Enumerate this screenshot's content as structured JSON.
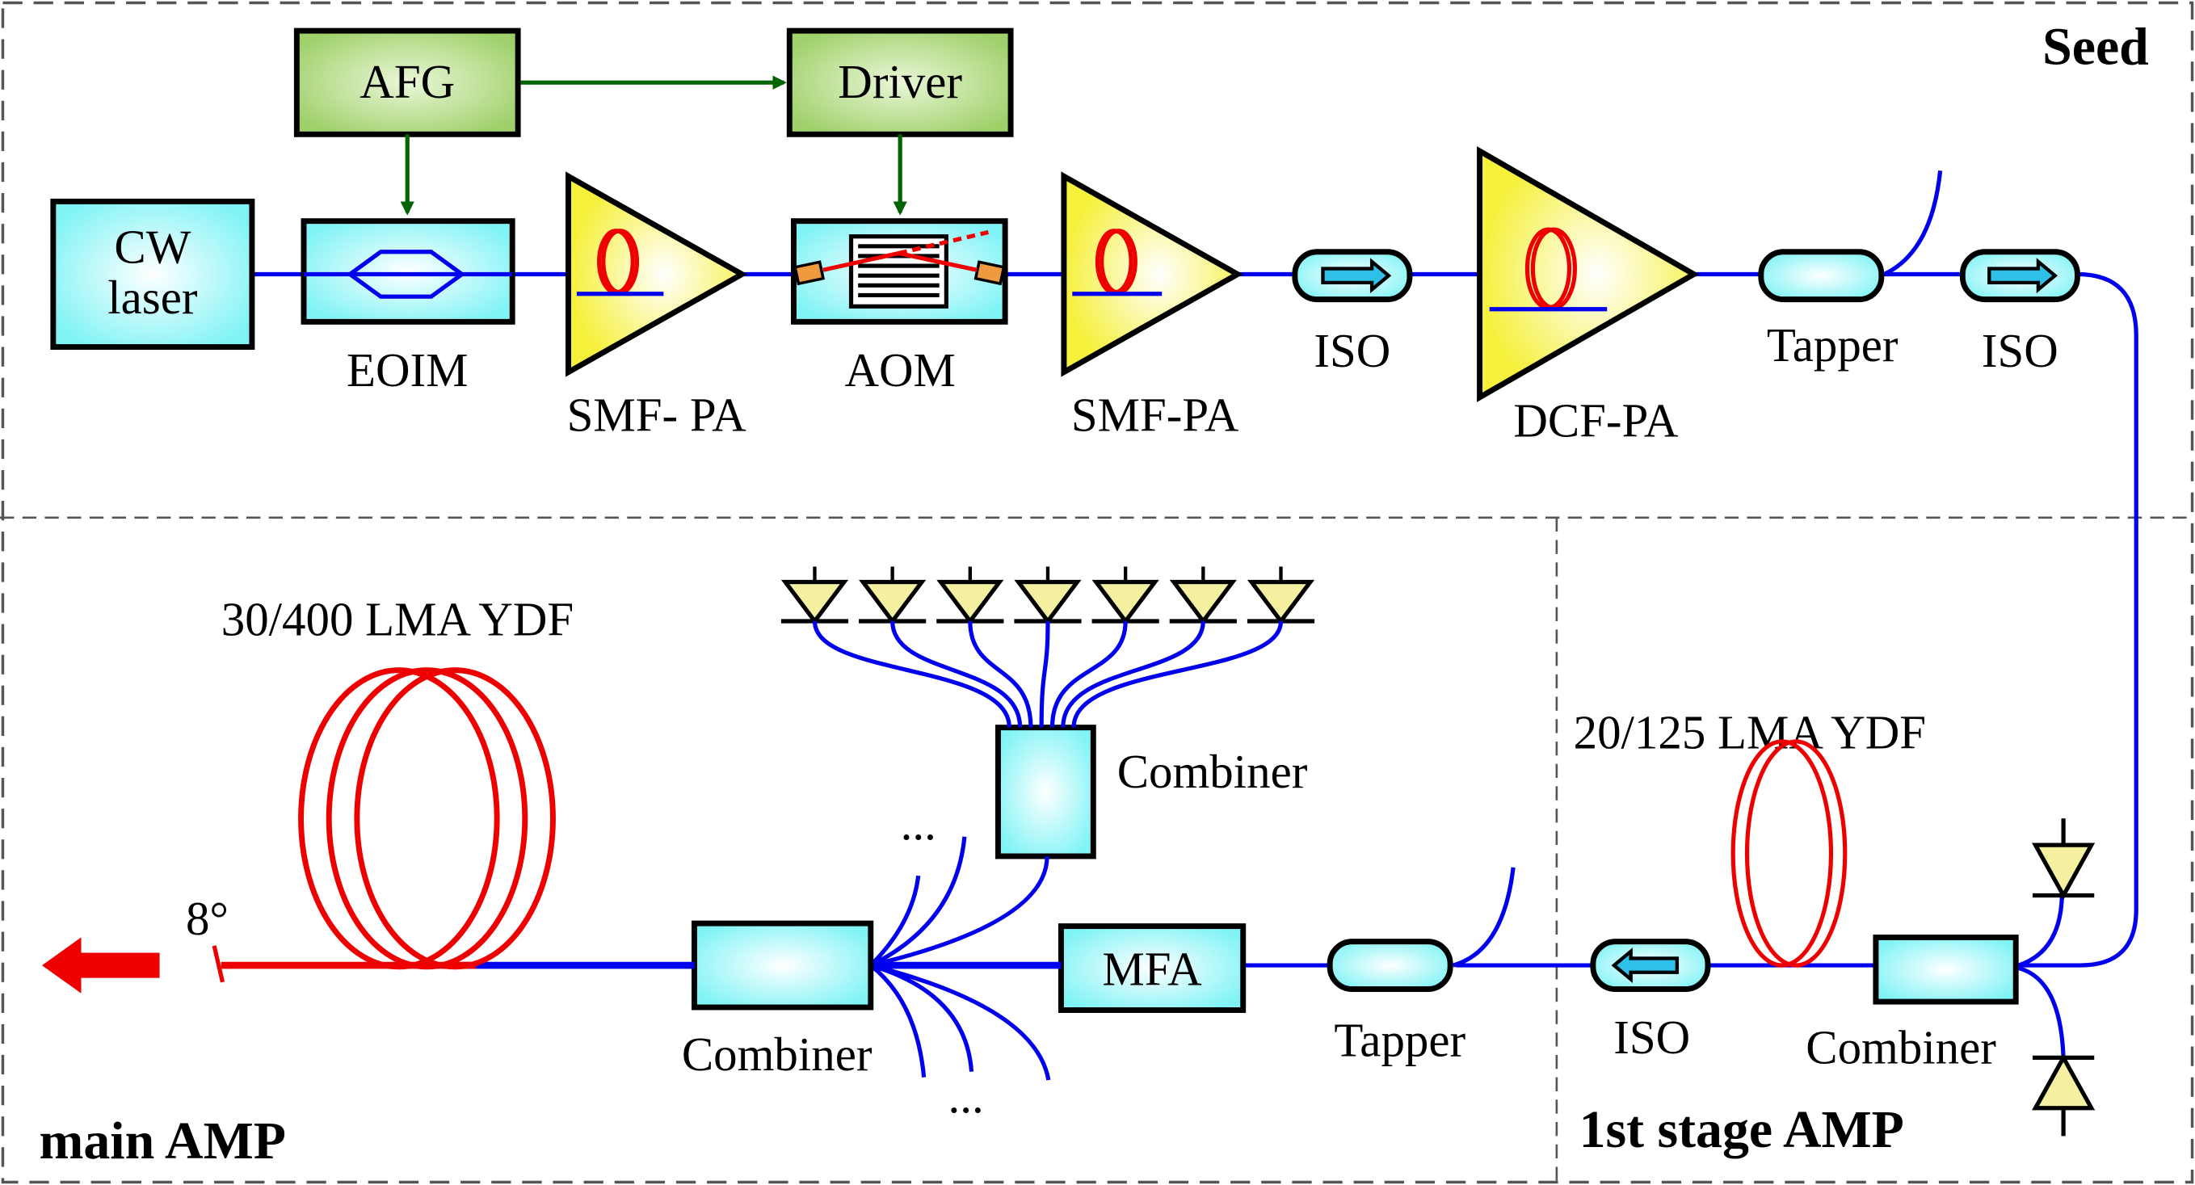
{
  "sections": {
    "seed": "Seed",
    "main_amp": "main AMP",
    "first_stage_amp": "1st stage AMP"
  },
  "seed": {
    "afg": "AFG",
    "driver": "Driver",
    "cw_laser_line1": "CW",
    "cw_laser_line2": "laser",
    "eoim": "EOIM",
    "smf_pa_1": "SMF- PA",
    "aom": "AOM",
    "smf_pa_2": "SMF-PA",
    "iso_1": "ISO",
    "dcf_pa": "DCF-PA",
    "tapper": "Tapper",
    "iso_2": "ISO"
  },
  "first_stage": {
    "fiber_label": "20/125 LMA YDF",
    "iso": "ISO",
    "combiner": "Combiner"
  },
  "main": {
    "fiber_label": "30/400 LMA YDF",
    "angle": "8°",
    "combiner_bottom": "Combiner",
    "combiner_top": "Combiner",
    "mfa": "MFA",
    "tapper": "Tapper",
    "ellipsis_1": "...",
    "ellipsis_2": "...",
    "pump_diode_count": 7
  },
  "colors": {
    "module_fill": "#7ff3f5",
    "control_fill": "#9fd06a",
    "amplifier_fill": "#f5f03a",
    "fiber": "#0000ee",
    "gain_fiber": "#ee0000",
    "control_line": "#006400",
    "pump_fill": "#f5f0a0"
  }
}
